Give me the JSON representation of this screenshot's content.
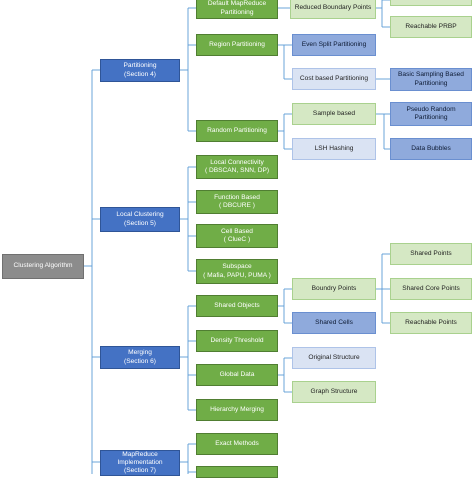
{
  "colors": {
    "root": "#8c8c8c",
    "section": "#4472c4",
    "technique": "#70ad47",
    "sub_light_green": "#d5e8c4",
    "sub_light_blue": "#dae3f3",
    "sub_mid_blue": "#8faadc",
    "connector": "#5b9bd5"
  },
  "root": {
    "label": "Clustering Algorithm"
  },
  "sections": {
    "partitioning": "Partitioning\n(Section 4)",
    "local_clustering": "Local Clustering\n(Section 5)",
    "merging": "Merging\n(Section 6)",
    "mapreduce": "MapReduce\nImplementation\n(Section 7)"
  },
  "techniques": {
    "default_mapreduce": "Default MapReduce\nPartitioning",
    "region": "Region Partitioning",
    "random": "Random Partitioning",
    "local_connectivity": "Local Connectivity\n( DBSCAN, SNN, DP)",
    "function_based": "Function Based\n( DBCURE )",
    "cell_based": "Cell Based\n( ClueC )",
    "subspace": "Subspace\n( Mafia, PAPU, PUMA )",
    "shared_objects": "Shared Objects",
    "density_threshold": "Density Threshold",
    "global_data": "Global Data",
    "hierarchy_merging": "Hierarchy Merging",
    "exact_methods": "Exact Methods",
    "bottom_cut": ""
  },
  "level3": {
    "reduced_boundary": "Reduced Boundary Points",
    "even_split": "Even Split Partitioning",
    "cost_based": "Cost based Partitioning",
    "sample_based": "Sample based",
    "lsh_hashing": "LSH Hashing",
    "boundry_points": "Boundry Points",
    "shared_cells": "Shared Cells",
    "original_structure": "Original Structure",
    "graph_structure": "Graph Structure"
  },
  "level4": {
    "top_cut": "",
    "reachable_prbp": "Reachable PRBP",
    "basic_sampling": "Basic Sampling Based\nPartitioning",
    "pseudo_random": "Pseudo Random\nPartitioning",
    "data_bubbles": "Data Bubbles",
    "shared_points": "Shared Points",
    "shared_core_points": "Shared Core Points",
    "reachable_points": "Reachable Points"
  }
}
